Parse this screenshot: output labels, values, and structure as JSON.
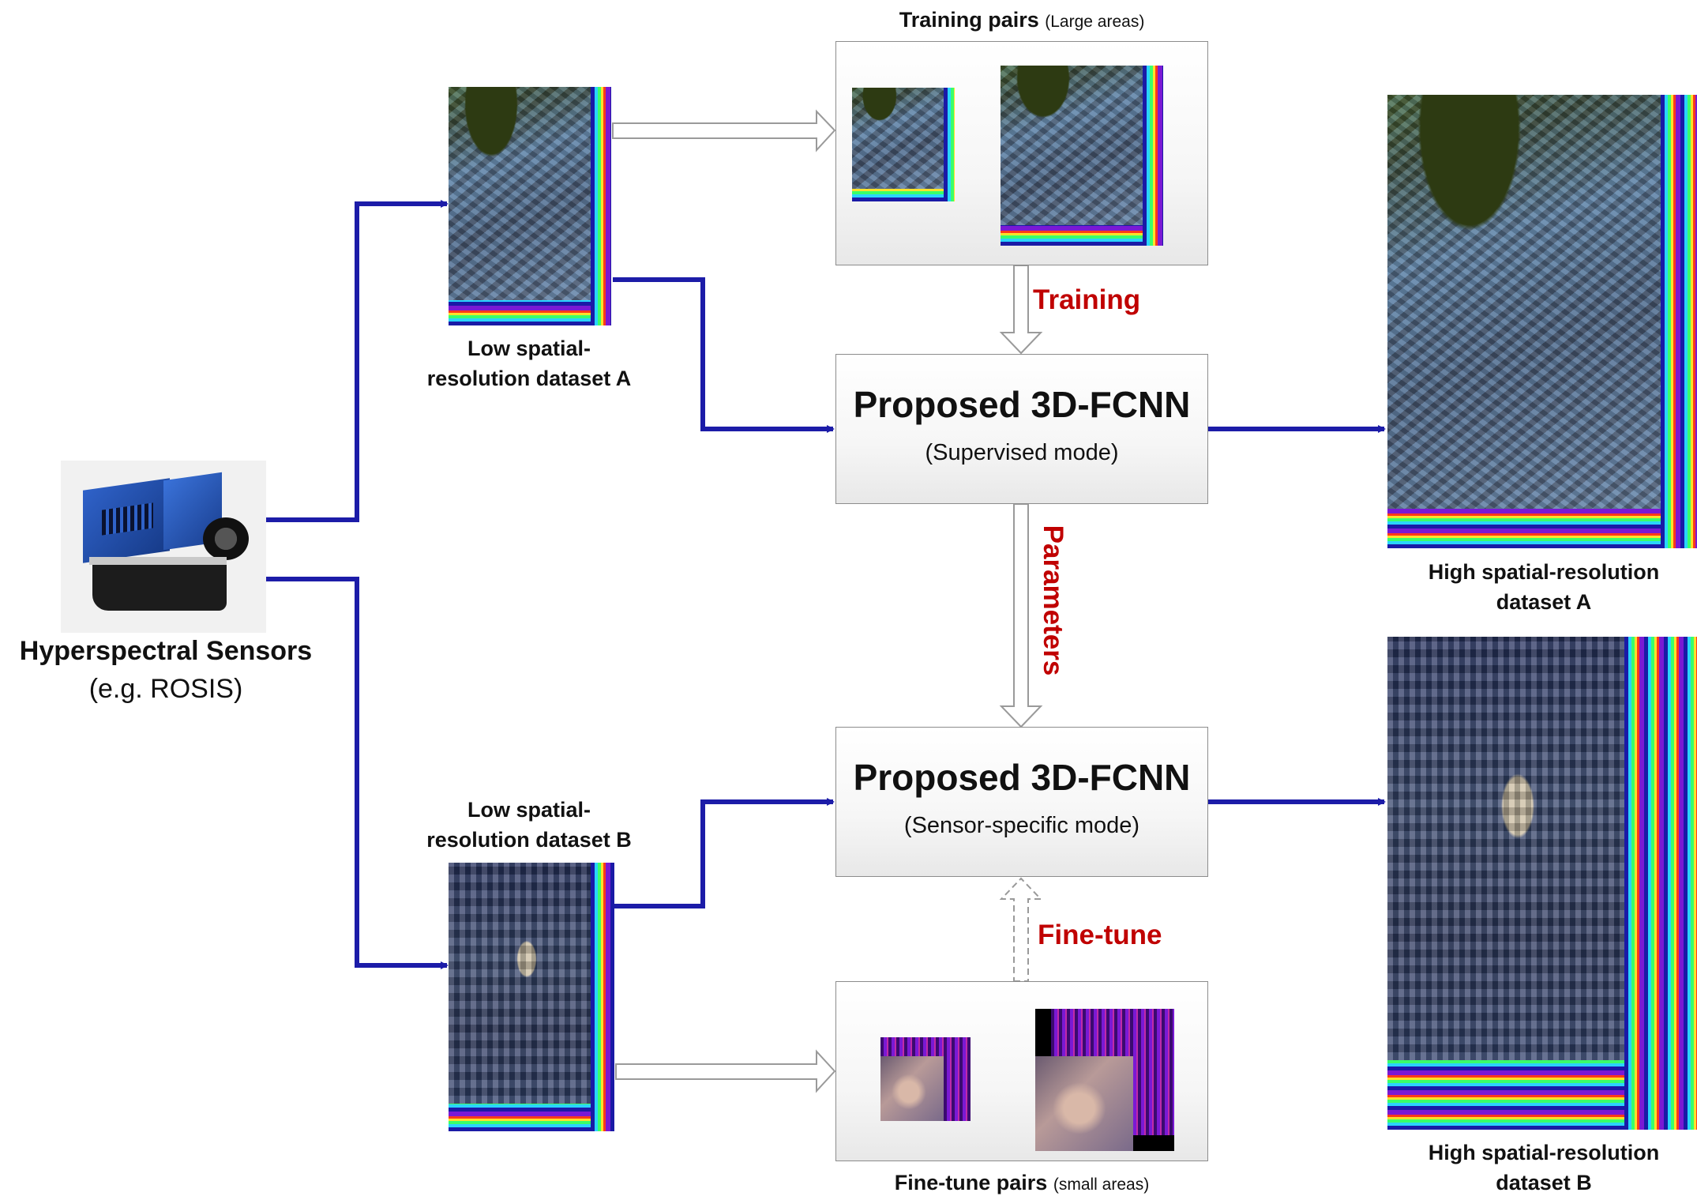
{
  "sensor": {
    "label": "Hyperspectral Sensors",
    "example": "(e.g. ROSIS)"
  },
  "datasets": {
    "low_a_line1": "Low spatial-",
    "low_a_line2": "resolution dataset A",
    "low_b_line1": "Low spatial-",
    "low_b_line2": "resolution dataset B",
    "high_a_line1": "High spatial-resolution",
    "high_a_line2": "dataset A",
    "high_b_line1": "High spatial-resolution",
    "high_b_line2": "dataset B"
  },
  "training_pairs": {
    "label": "Training pairs",
    "note": "(Large areas)"
  },
  "finetune_pairs": {
    "label": "Fine-tune pairs",
    "note": "(small areas)"
  },
  "model_supervised": {
    "title": "Proposed 3D-FCNN",
    "mode": "(Supervised mode)"
  },
  "model_sensor": {
    "title": "Proposed 3D-FCNN",
    "mode": "(Sensor-specific mode)"
  },
  "flow_labels": {
    "training": "Training",
    "parameters": "Parameters",
    "finetune": "Fine-tune"
  },
  "colors": {
    "arrow": "#1c1ca8",
    "flow_label": "#c00000",
    "box_border": "#8c8c8c"
  }
}
